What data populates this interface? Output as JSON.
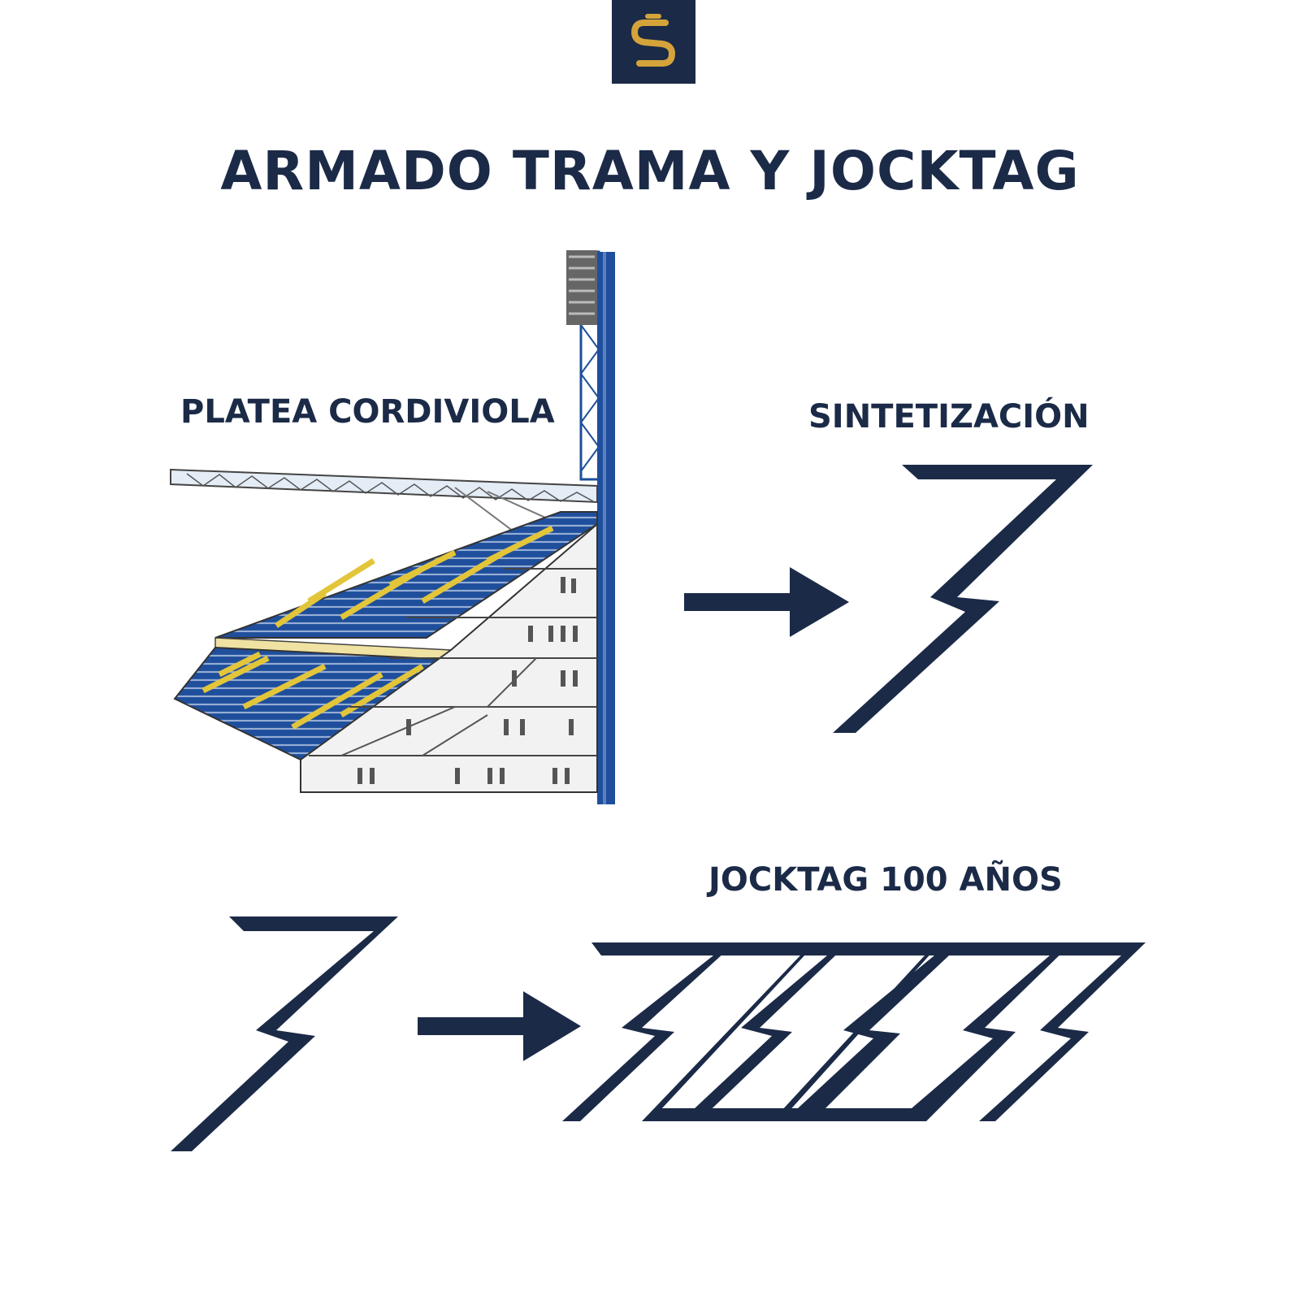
{
  "title": "ARMADO TRAMA Y JOCKTAG",
  "labels": {
    "platea": "PLATEA CORDIVIOLA",
    "sintetizacion": "SINTETIZACIÓN",
    "jocktag": "JOCKTAG 100 AÑOS"
  },
  "logo": {
    "icon": "s-monogram-icon",
    "background": "#1b2a47",
    "accent": "#d4a43a"
  },
  "colors": {
    "navy": "#1b2a47",
    "stadium_blue": "#1f4f9c",
    "stadium_yellow": "#e3c53a"
  }
}
